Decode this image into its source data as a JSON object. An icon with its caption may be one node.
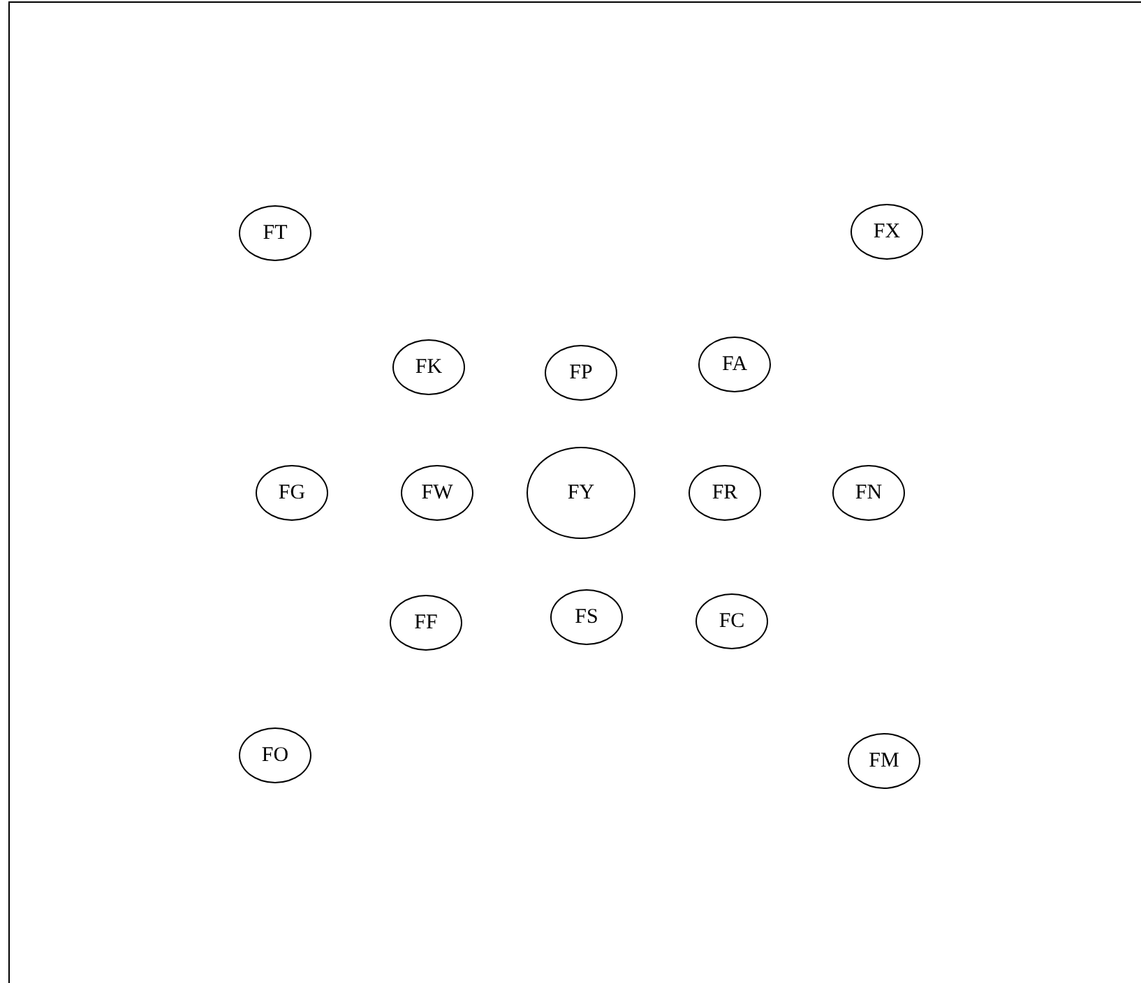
{
  "diagram": {
    "nodes": [
      {
        "text": [
          "FT"
        ]
      },
      {
        "text": [
          "FX"
        ]
      },
      {
        "text": [
          "FK"
        ]
      },
      {
        "text": [
          "FP"
        ]
      },
      {
        "text": [
          "FA"
        ]
      },
      {
        "text": [
          "FG"
        ]
      },
      {
        "text": [
          "FW"
        ]
      },
      {
        "text": [
          "FY"
        ]
      },
      {
        "text": [
          "FR"
        ]
      },
      {
        "text": [
          "FN"
        ]
      },
      {
        "text": [
          "FF"
        ]
      },
      {
        "text": [
          "FS"
        ]
      },
      {
        "text": [
          "FC"
        ]
      },
      {
        "text": [
          "FO"
        ]
      },
      {
        "text": [
          "FM"
        ]
      }
    ]
  }
}
